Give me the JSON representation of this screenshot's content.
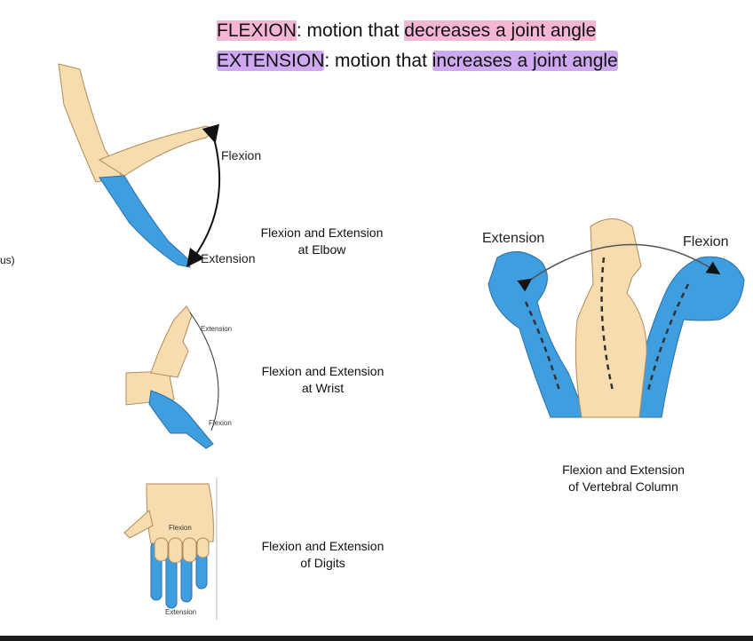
{
  "definitions": {
    "flexion_term": "FLEXION",
    "flexion_sep": ": motion that ",
    "flexion_def": "decreases a joint angle",
    "extension_term": "EXTENSION",
    "extension_sep": ": motion that ",
    "extension_def": "increases a joint angle"
  },
  "left_edge_fragment": "us)",
  "elbow": {
    "flexion_label": "Flexion",
    "extension_label": "Extension",
    "caption_line1": "Flexion and Extension",
    "caption_line2": "at Elbow"
  },
  "wrist": {
    "extension_label": "Extension",
    "flexion_label": "Flexion",
    "caption_line1": "Flexion and Extension",
    "caption_line2": "at Wrist"
  },
  "digits": {
    "flexion_label": "Flexion",
    "extension_label": "Extension",
    "caption_line1": "Flexion and Extension",
    "caption_line2": "of Digits"
  },
  "vertebral": {
    "extension_label": "Extension",
    "flexion_label": "Flexion",
    "caption_line1": "Flexion and Extension",
    "caption_line2": "of Vertebral Column"
  },
  "colors": {
    "skin": "#f6dcae",
    "blue": "#3e9ee0",
    "pink_highlight": "#f5b6d6",
    "purple_highlight": "#cfa8f2"
  }
}
